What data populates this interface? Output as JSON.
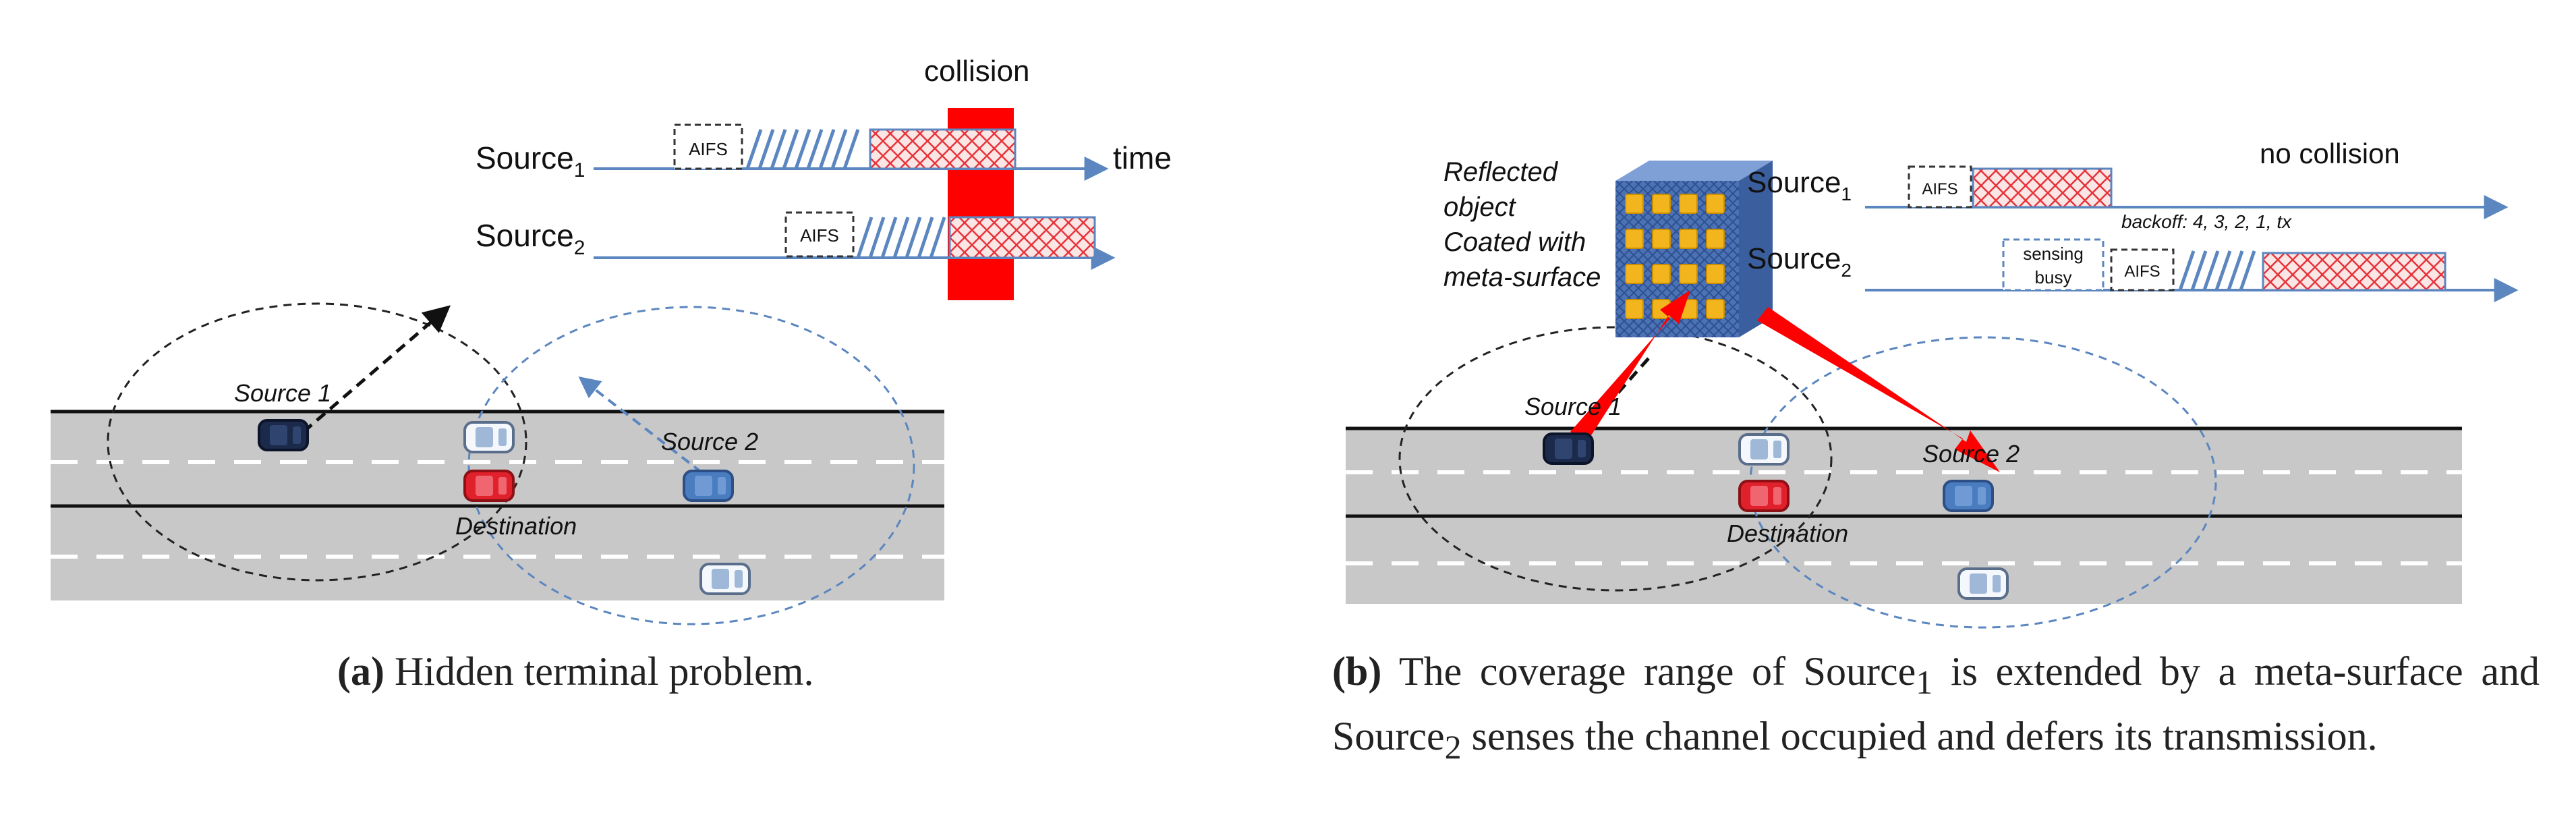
{
  "panel_a": {
    "collision": "collision",
    "time": "time",
    "source1": "Source",
    "source1_sub": "1",
    "source2": "Source",
    "source2_sub": "2",
    "aifs": "AIFS",
    "road_source1": "Source 1",
    "road_source2": "Source 2",
    "destination": "Destination",
    "caption_label": "(a)",
    "caption_text": " Hidden terminal problem."
  },
  "panel_b": {
    "no_collision": "no collision",
    "source1": "Source",
    "source1_sub": "1",
    "source2": "Source",
    "source2_sub": "2",
    "aifs": "AIFS",
    "backoff": "backoff: 4, 3, 2, 1, tx",
    "sensing": "sensing",
    "busy": "busy",
    "reflected_line1": "Reflected",
    "reflected_line2": "object",
    "reflected_line3": "Coated with",
    "reflected_line4": "meta-surface",
    "road_source1": "Source 1",
    "road_source2": "Source 2",
    "destination": "Destination",
    "caption_label": "(b)",
    "caption_part1": " The coverage range of Source",
    "caption_sub1": "1",
    "caption_part2": " is extended by a meta-surface and Source",
    "caption_sub2": "2",
    "caption_part3": " senses the channel occupied and defers its transmission."
  },
  "colors": {
    "road": "#c8c8c8",
    "timeline": "#5b86bf",
    "collision_red": "#ff0000",
    "frame_red": "#e8333a",
    "car_blue": "#4a7cc0",
    "car_dark": "#1b2a4a",
    "car_red": "#e0202a",
    "meta_tile": "#f2b51e"
  }
}
